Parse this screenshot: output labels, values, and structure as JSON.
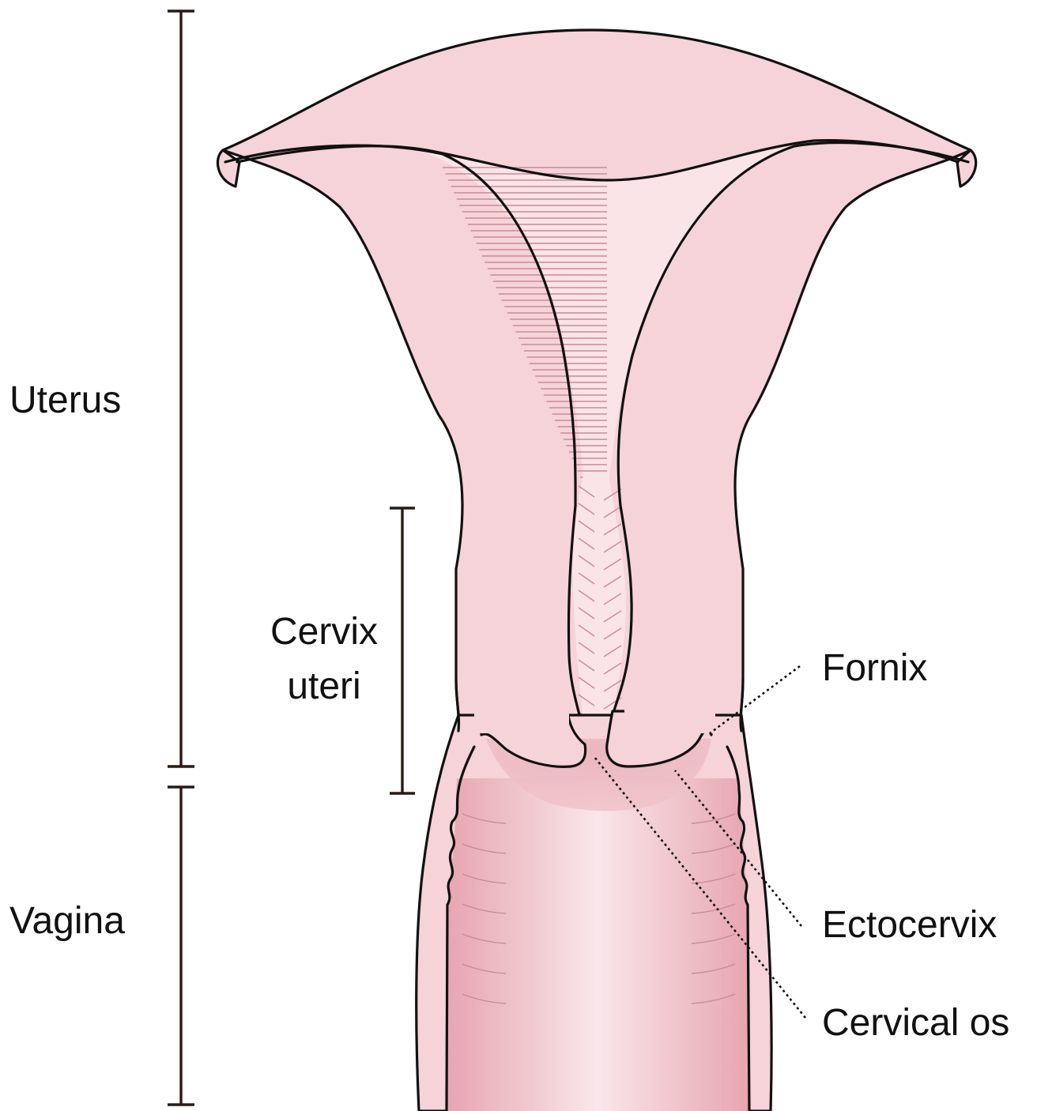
{
  "labels": {
    "uterus": "Uterus",
    "cervix_line1": "Cervix",
    "cervix_line2": "uteri",
    "vagina": "Vagina",
    "fornix": "Fornix",
    "ectocervix": "Ectocervix",
    "cervical_os": "Cervical os"
  },
  "colors": {
    "tissue": "#f5d3d8",
    "cavity": "#fae4e7",
    "vagina_wall_dark": "#e7a7b1",
    "vagina_wall_light": "#f9e6e9",
    "outline": "#111111",
    "bracket": "#2b1a14",
    "folds": "#c98a9a"
  }
}
